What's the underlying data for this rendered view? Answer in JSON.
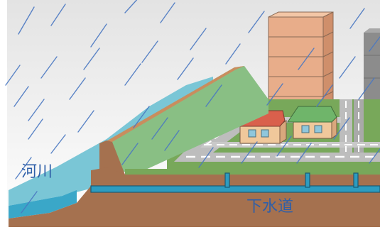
{
  "labels": {
    "river": "河川",
    "sewer": "下水道"
  },
  "colors": {
    "sky_top": "#e6e6e6",
    "sky_bottom": "#ffffff",
    "rain": "#4a78c2",
    "river_water": "#7ac6d6",
    "river_deep": "#3aa7c8",
    "soil": "#a5714f",
    "soil_dark": "#8a5c3d",
    "embankment_grass": "#89bf84",
    "embankment_top": "#c98d5e",
    "ground_grass": "#78a85a",
    "road": "#bdbdbd",
    "road_marking": "#ffffff",
    "sewer_pipe": "#2d9cc0",
    "sewer_outline": "#1b5a73",
    "building_main": "#e8ad8a",
    "building_gray": "#8c8c8c",
    "house_roof_red": "#d9604c",
    "house_roof_green": "#6fb56a",
    "house_wall": "#f0c89b",
    "window": "#8fc7dc",
    "label_text": "#2f5fa8"
  },
  "icons": [
    "rain",
    "river",
    "embankment",
    "high-rise-building",
    "house",
    "road",
    "sewer-pipe"
  ]
}
